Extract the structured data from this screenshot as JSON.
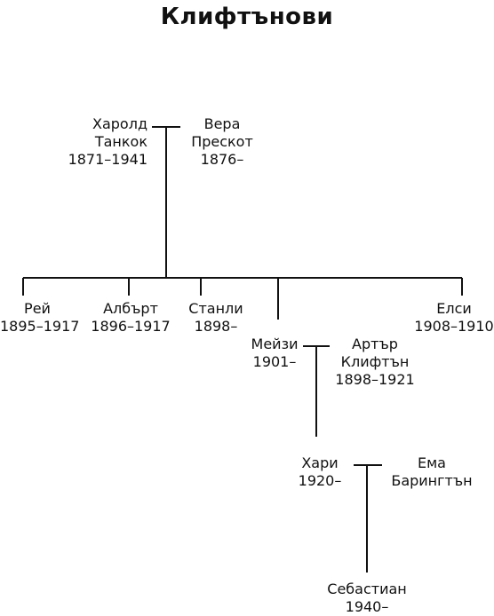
{
  "title": "Клифтънови",
  "people": {
    "harold": {
      "name_1": "Харолд",
      "name_2": "Танкок",
      "years": "1871–1941"
    },
    "vera": {
      "name_1": "Вера",
      "name_2": "Прескот",
      "years": "1876–"
    },
    "rey": {
      "name_1": "Рей",
      "years": "1895–1917"
    },
    "albart": {
      "name_1": "Албърт",
      "years": "1896–1917"
    },
    "stanli": {
      "name_1": "Станли",
      "years": "1898–"
    },
    "elsi": {
      "name_1": "Елси",
      "years": "1908–1910"
    },
    "meyzi": {
      "name_1": "Мейзи",
      "years": "1901–"
    },
    "artar": {
      "name_1": "Артър",
      "name_2": "Клифтън",
      "years": "1898–1921"
    },
    "hari": {
      "name_1": "Хари",
      "years": "1920–"
    },
    "ema": {
      "name_1": "Ема",
      "name_2": "Барингтън"
    },
    "sebastian": {
      "name_1": "Себастиан",
      "years": "1940–"
    }
  },
  "colors": {
    "line": "#111111",
    "text": "#111111",
    "background": "#ffffff"
  }
}
